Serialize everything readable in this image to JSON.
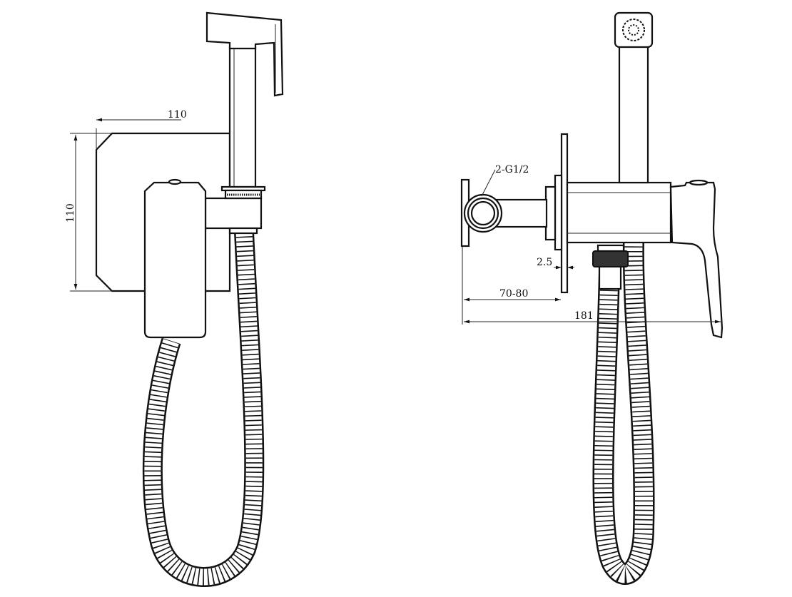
{
  "drawing": {
    "front_view": {
      "width_dimension": "110",
      "height_dimension": "110"
    },
    "side_view": {
      "thread_label": "2-G1/2",
      "plate_thickness": "2.5",
      "depth_range": "70-80",
      "overall_depth": "181"
    }
  }
}
